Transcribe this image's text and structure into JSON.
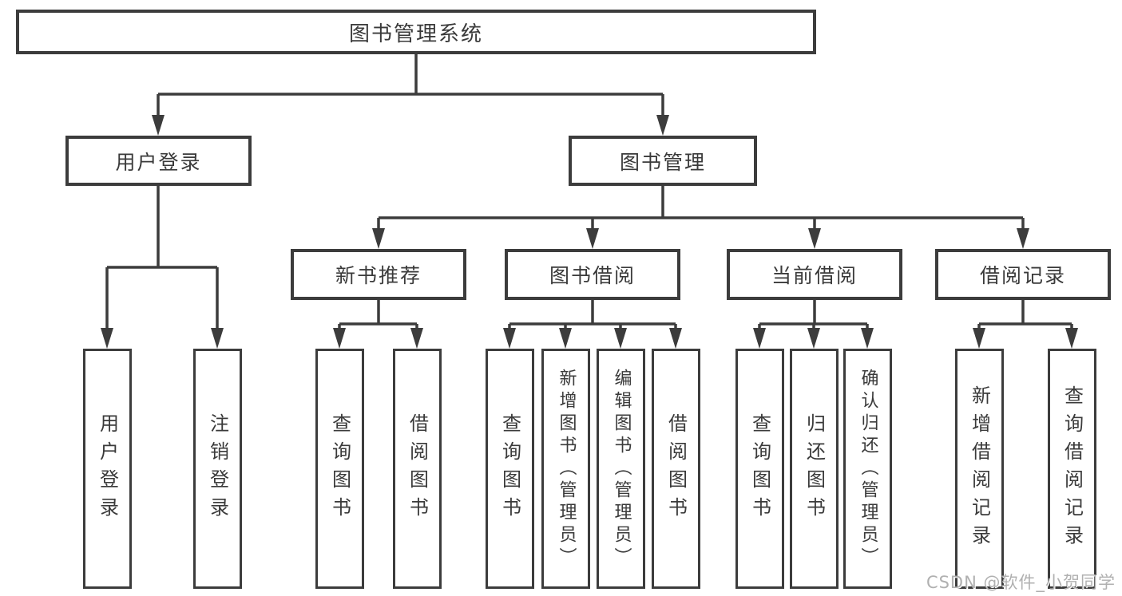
{
  "diagram": {
    "root": {
      "label": "图书管理系统"
    },
    "children": [
      {
        "label": "用户登录",
        "children": [
          {
            "label": "用户登录"
          },
          {
            "label": "注销登录"
          }
        ]
      },
      {
        "label": "图书管理",
        "children": [
          {
            "label": "新书推荐",
            "children": [
              {
                "label": "查询图书"
              },
              {
                "label": "借阅图书"
              }
            ]
          },
          {
            "label": "图书借阅",
            "children": [
              {
                "label": "查询图书"
              },
              {
                "label": "新增图书（管理员）"
              },
              {
                "label": "编辑图书（管理员）"
              },
              {
                "label": "借阅图书"
              }
            ]
          },
          {
            "label": "当前借阅",
            "children": [
              {
                "label": "查询图书"
              },
              {
                "label": "归还图书"
              },
              {
                "label": "确认归还（管理员）"
              }
            ]
          },
          {
            "label": "借阅记录",
            "children": [
              {
                "label": "新增借阅记录"
              },
              {
                "label": "查询借阅记录"
              }
            ]
          }
        ]
      }
    ]
  },
  "watermark": "CSDN @软件_小贺同学",
  "colors": {
    "line": "#3c3c3c",
    "text": "#3a3a3a",
    "watermark": "#b0b0b0",
    "background": "#ffffff"
  }
}
